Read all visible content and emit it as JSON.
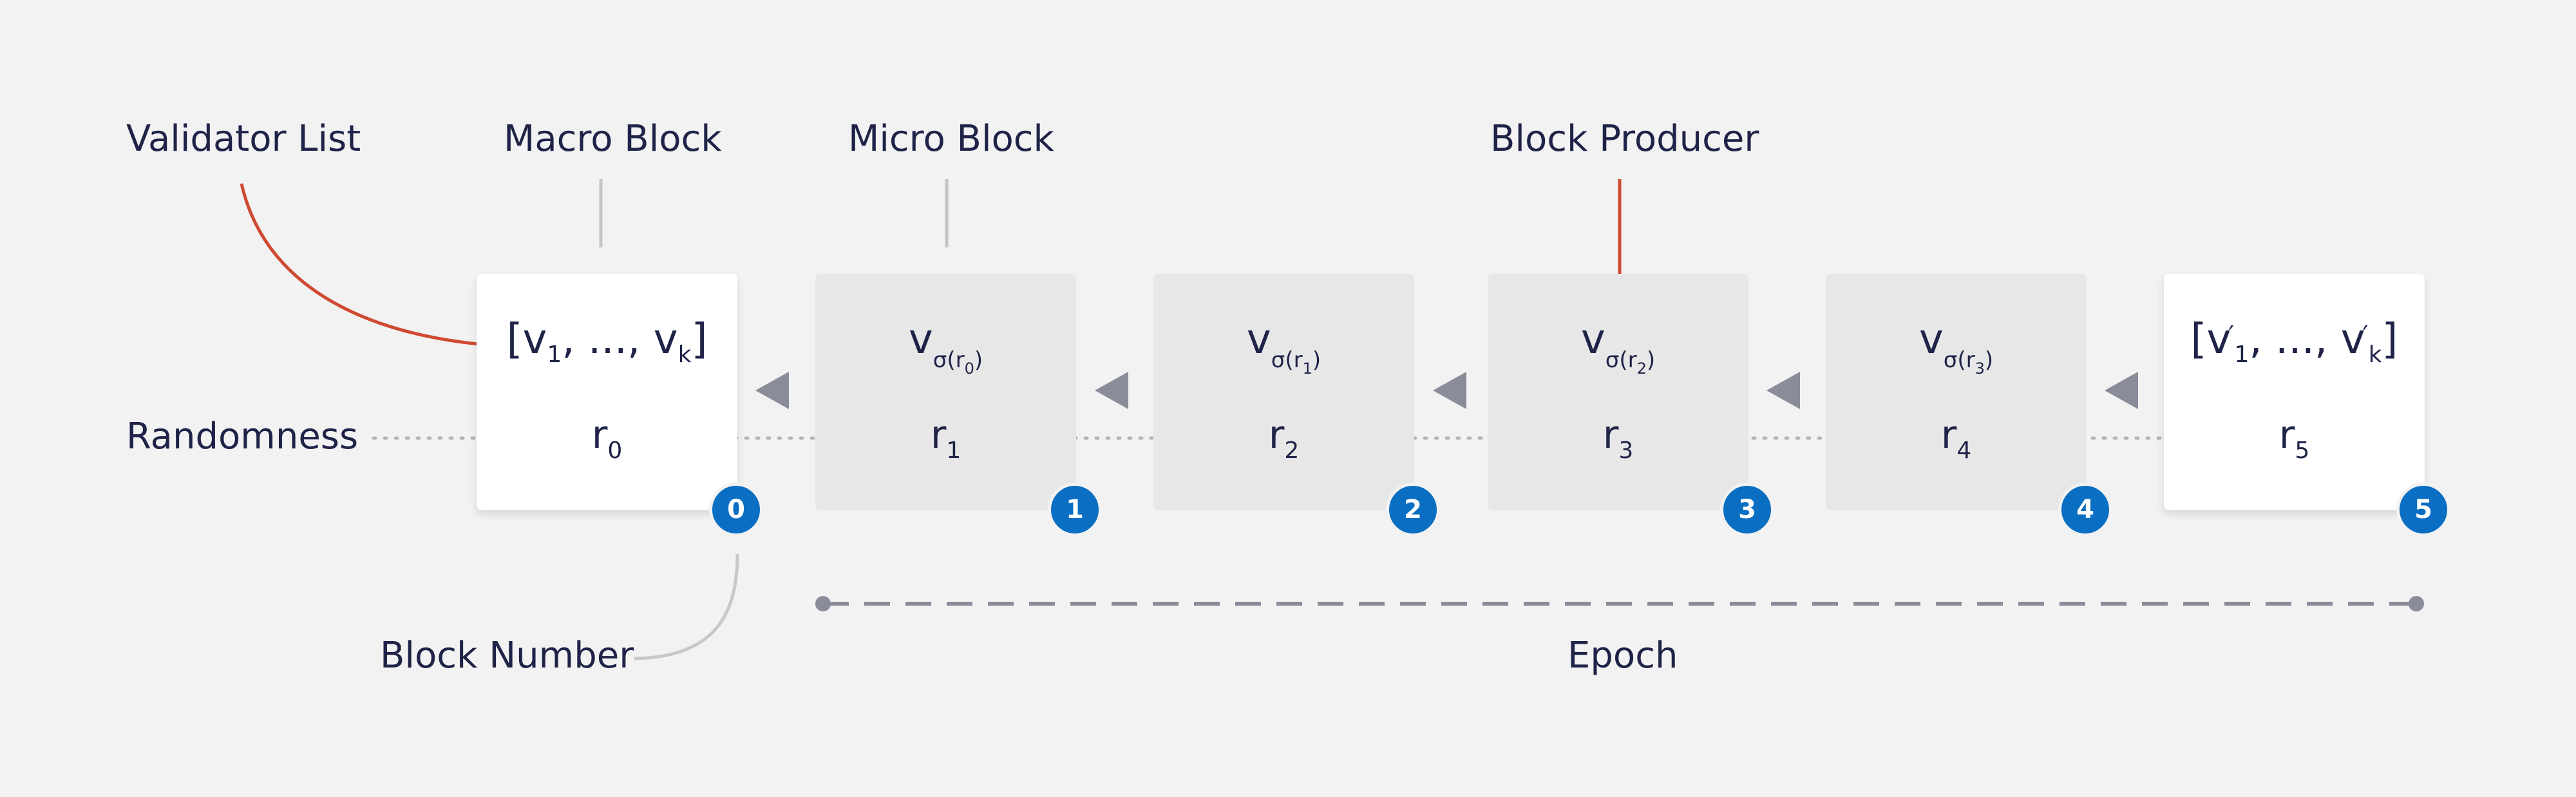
{
  "labels": {
    "validator_list": "Validator List",
    "macro_block": "Macro Block",
    "micro_block": "Micro Block",
    "block_producer": "Block Producer",
    "randomness": "Randomness",
    "block_number": "Block Number",
    "epoch": "Epoch"
  },
  "blocks": [
    {
      "number": "0",
      "kind": "macro",
      "content": "[v1, ..., vk]",
      "randomness": "r0"
    },
    {
      "number": "1",
      "kind": "micro",
      "content": "vσ(r0)",
      "randomness": "r1"
    },
    {
      "number": "2",
      "kind": "micro",
      "content": "vσ(r1)",
      "randomness": "r2"
    },
    {
      "number": "3",
      "kind": "micro",
      "content": "vσ(r2)",
      "randomness": "r3"
    },
    {
      "number": "4",
      "kind": "micro",
      "content": "vσ(r3)",
      "randomness": "r4"
    },
    {
      "number": "5",
      "kind": "macro",
      "content": "[v′1, ..., v′k]",
      "randomness": "r5"
    }
  ],
  "colors": {
    "background": "#f2f2f2",
    "text": "#1f2348",
    "macro_block": "#ffffff",
    "micro_block": "#e7e7e7",
    "accent_red": "#d04a32",
    "badge_blue": "#0a6fc2",
    "connector_gray": "#8a8c99"
  }
}
